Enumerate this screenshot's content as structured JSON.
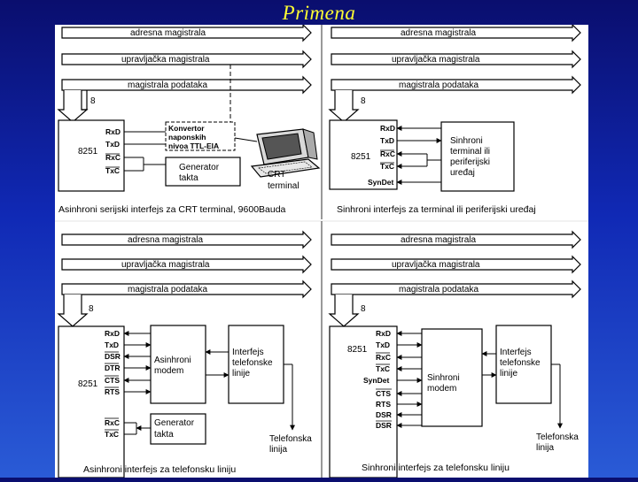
{
  "slide": {
    "title": "Primena"
  },
  "bus_labels": {
    "address": "adresna magistrala",
    "control": "upravljačka magistrala",
    "data": "magistrala podataka",
    "width": "8"
  },
  "chip": "8251",
  "panels": {
    "top_left": {
      "caption": "Asinhroni serijski interfejs za CRT terminal, 9600Bauda",
      "pins": [
        "RxD",
        "TxD",
        "RxC",
        "TxC"
      ],
      "converter": [
        "Konvertor",
        "naponskih",
        "nivoa TTL-EIA"
      ],
      "generator": [
        "Generator",
        "takta"
      ],
      "terminal": [
        "CRT",
        "terminal"
      ]
    },
    "top_right": {
      "caption": "Sinhroni interfejs za terminal ili periferijski uređaj",
      "pins": [
        "RxD",
        "TxD",
        "RxC",
        "TxC",
        "SynDet"
      ],
      "device": [
        "Sinhroni",
        "terminal ili",
        "periferijski",
        "uređaj"
      ]
    },
    "bottom_left": {
      "caption": "Asinhroni interfejs za telefonsku liniju",
      "pins_top": [
        "RxD",
        "TxD",
        "DSR",
        "DTR",
        "CTS",
        "RTS"
      ],
      "pins_bottom": [
        "RxC",
        "TxC"
      ],
      "modem": [
        "Asinhroni",
        "modem"
      ],
      "interface": [
        "Interfejs",
        "telefonske",
        "linije"
      ],
      "generator": [
        "Generator",
        "takta"
      ],
      "line": [
        "Telefonska",
        "linija"
      ]
    },
    "bottom_right": {
      "caption": "Sinhroni interfejs za telefonsku liniju",
      "pins_top": [
        "RxD",
        "TxD",
        "RxC",
        "TxC",
        "SynDet"
      ],
      "pins_bottom": [
        "CTS",
        "RTS",
        "DSR",
        "DSR"
      ],
      "modem": [
        "Sinhroni",
        "modem"
      ],
      "interface": [
        "Interfejs",
        "telefonske",
        "linije"
      ],
      "line": [
        "Telefonska",
        "linija"
      ]
    }
  }
}
